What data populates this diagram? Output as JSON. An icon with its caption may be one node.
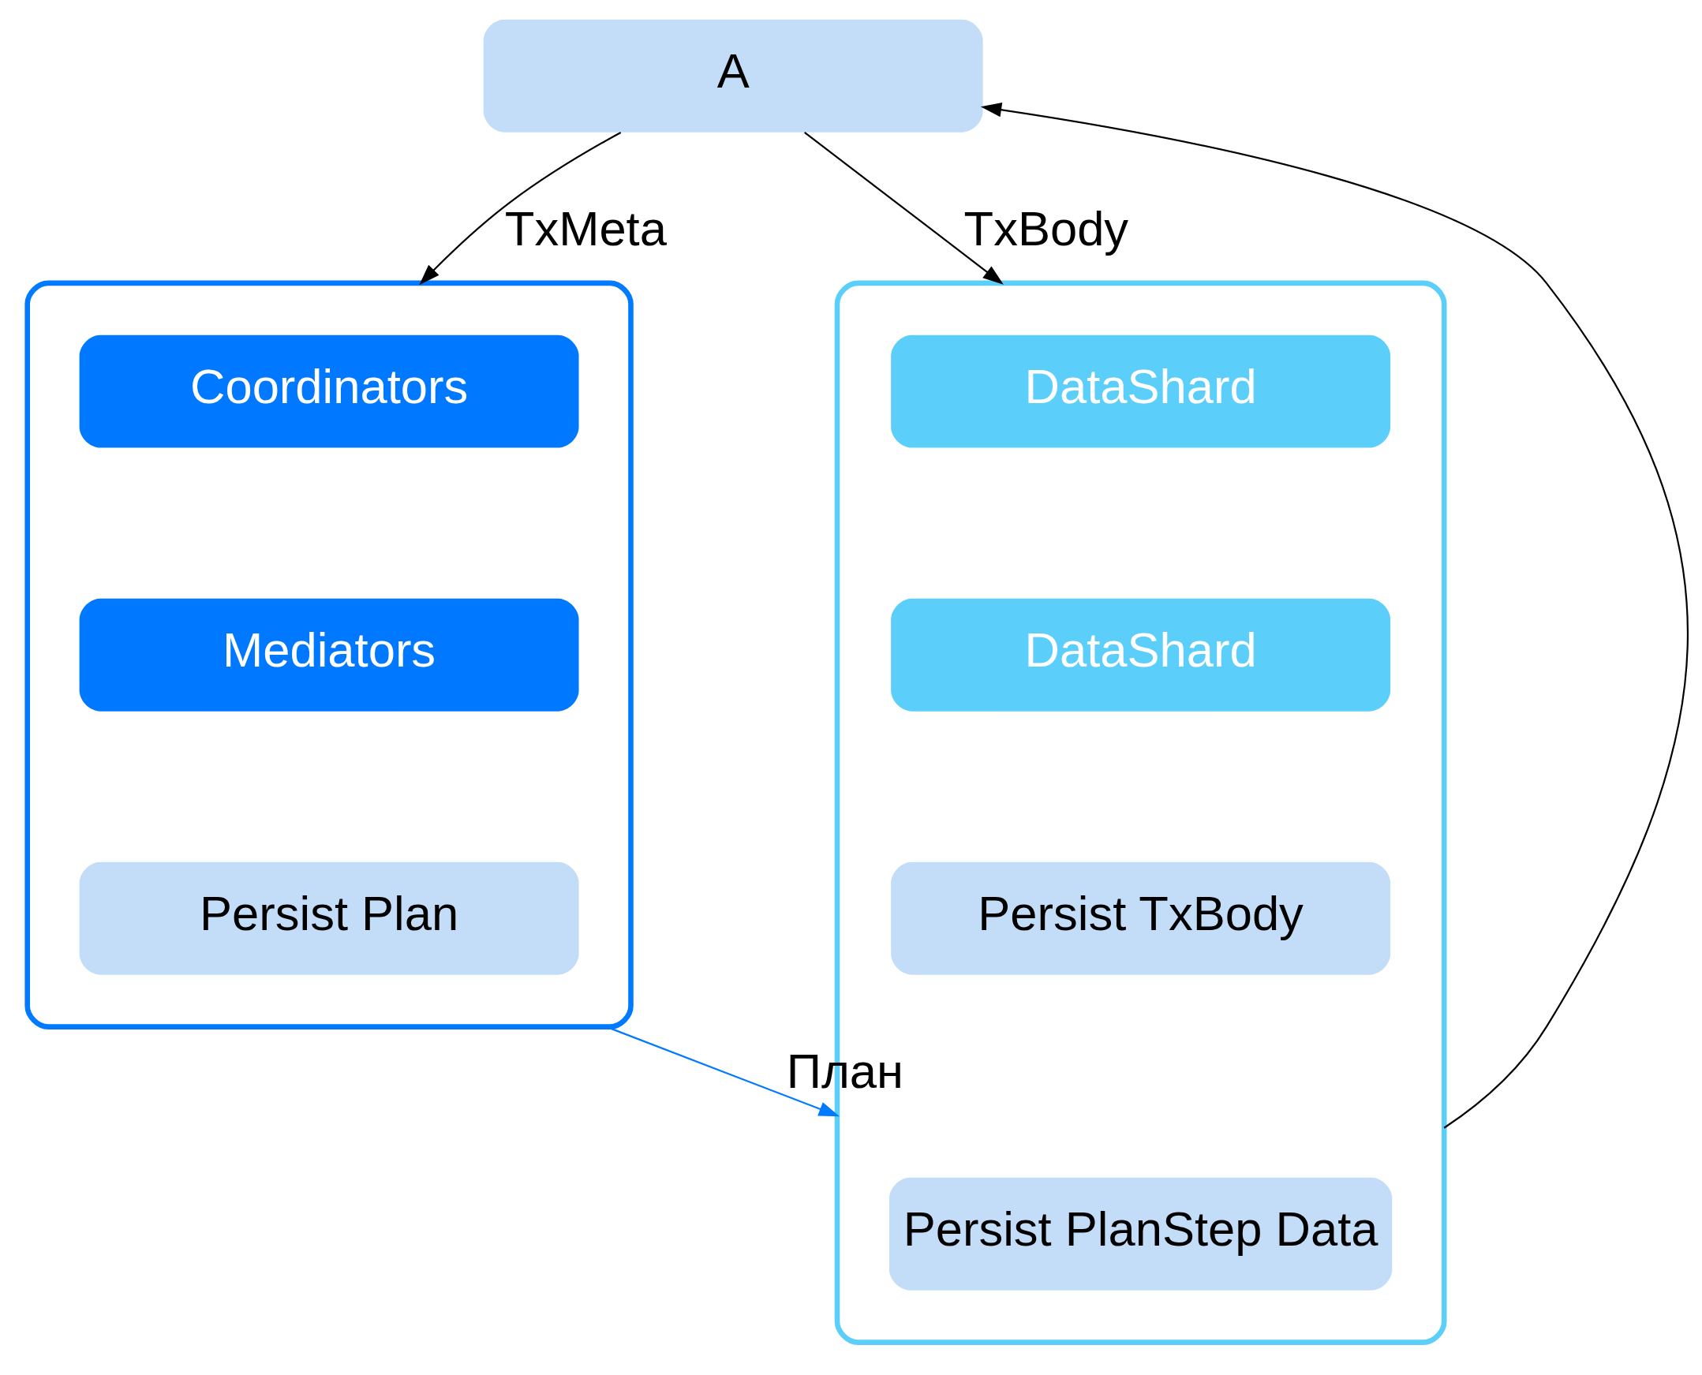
{
  "diagram": {
    "nodes": [
      {
        "text": [
          "A"
        ]
      },
      {
        "text": [],
        "shape": "box"
      },
      {
        "text": [
          "Coordinators"
        ],
        "in": 1
      },
      {
        "text": [
          "Mediators"
        ],
        "in": 1
      },
      {
        "text": [
          "Persist Plan"
        ],
        "in": 1
      },
      {
        "text": [],
        "shape": "box"
      },
      {
        "text": [
          "DataShard"
        ],
        "in": 5
      },
      {
        "text": [
          "DataShard"
        ],
        "in": 5
      },
      {
        "text": [
          "Persist TxBody"
        ],
        "in": 5
      },
      {
        "text": [
          "Persist PlanStep Data"
        ],
        "in": 5
      }
    ],
    "edges": [
      {
        "from": 0,
        "to": 1,
        "arrow": "to",
        "label": "TxMeta"
      },
      {
        "from": 0,
        "to": 5,
        "arrow": "to",
        "label": "TxBody"
      },
      {
        "from": 5,
        "to": 0,
        "arrow": "to"
      },
      {
        "from": 1,
        "to": 5,
        "arrow": "to",
        "label": "План",
        "color": "#007aff"
      }
    ]
  }
}
